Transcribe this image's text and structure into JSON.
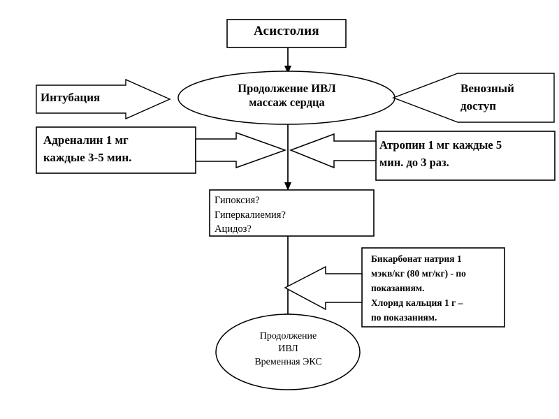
{
  "diagram": {
    "title": "Асистолия",
    "language": "ru",
    "nodes": {
      "asystole": {
        "label": "Асистолия",
        "shape": "rectangle"
      },
      "continue_cpr": {
        "label": "Продолжение ИВЛ\nмассаж сердца",
        "shape": "ellipse"
      },
      "intubation": {
        "label": "Интубация",
        "shape": "arrow-right"
      },
      "venous_access": {
        "label": "Венозный\nдоступ",
        "shape": "arrow-left"
      },
      "adrenaline": {
        "label": "Адреналин 1 мг\nкаждые 3-5 мин.",
        "shape": "rectangle"
      },
      "atropine": {
        "label": "Атропин 1 мг каждые 5\nмин. до 3 раз.",
        "shape": "rectangle"
      },
      "causes": {
        "label": "Гипоксия?\nГиперкалиемия?\nАцидоз?",
        "shape": "rectangle"
      },
      "bicarbonate": {
        "label": "Бикарбонат натрия 1\nмэкв/кг  (80 мг/кг) - по\nпоказаниям.\nХлорид кальция 1 г –\nпо показаниям.",
        "shape": "rectangle"
      },
      "outcome": {
        "label": "Продолжение\nИВЛ\nВременная ЭКС",
        "shape": "ellipse"
      }
    },
    "colors": {
      "stroke": "#000000",
      "fill": "#ffffff",
      "text": "#000000",
      "background": "#ffffff"
    }
  }
}
